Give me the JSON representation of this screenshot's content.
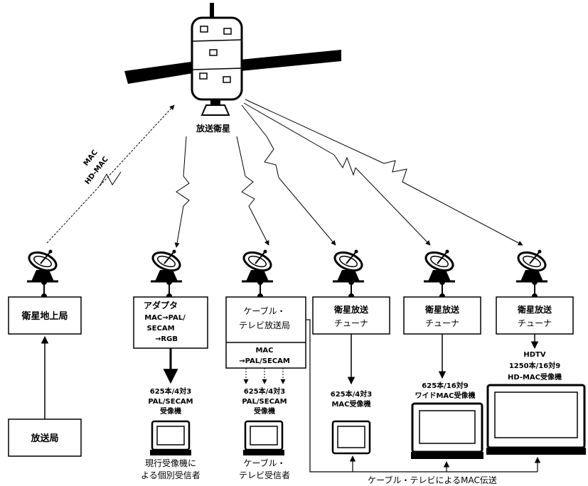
{
  "satellite": {
    "label": "放送衛星"
  },
  "uplink": {
    "line1": "MAC",
    "line2": "HD-MAC"
  },
  "station": {
    "ground": "衛星地上局",
    "broadcast": "放送局"
  },
  "adapter": {
    "title": "アダプタ",
    "line1": "MAC→PAL/",
    "line2": "SECAM",
    "line3": "→RGB"
  },
  "cable_station": {
    "line1": "ケーブル・",
    "line2": "テレビ放送局",
    "sub1": "MAC",
    "sub2": "→PAL/SECAM"
  },
  "tuners": [
    {
      "line1": "衛星放送",
      "line2": "チューナ"
    },
    {
      "line1": "衛星放送",
      "line2": "チューナ"
    },
    {
      "line1": "衛星放送",
      "line2": "チューナ"
    }
  ],
  "receivers": {
    "r1": {
      "line1": "625本/4対3",
      "line2": "PAL/SECAM",
      "line3": "受像機"
    },
    "r2": {
      "line1": "625本/4対3",
      "line2": "PAL/SECAM",
      "line3": "受像機"
    },
    "r3": {
      "line1": "625本/4対3",
      "line2": "MAC受像機"
    },
    "r4": {
      "line1": "625本/16対9",
      "line2": "ワイドMAC受像機"
    },
    "r5": {
      "line1": "HDTV",
      "line2": "1250本/16対9",
      "line3": "HD-MAC受像機"
    }
  },
  "viewers": {
    "v1": {
      "line1": "現行受像機に",
      "line2": "よる個別受信者"
    },
    "v2": {
      "line1": "ケーブル・",
      "line2": "テレビ受信者"
    }
  },
  "cable_transmission": "ケーブル・テレビによるMAC伝送"
}
